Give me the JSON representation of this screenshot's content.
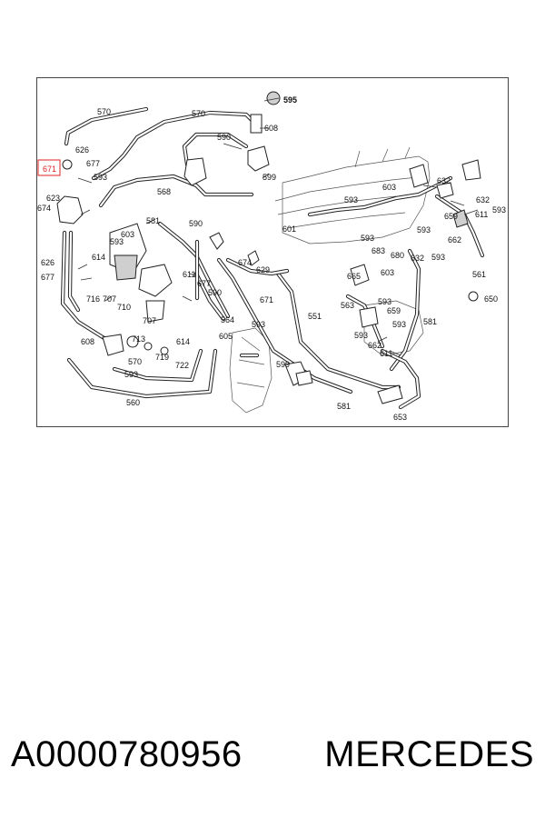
{
  "diagram": {
    "highlighted_part": "671",
    "callouts": [
      "570",
      "570",
      "595",
      "608",
      "626",
      "677",
      "593",
      "590",
      "568",
      "599",
      "623",
      "674",
      "581",
      "590",
      "614",
      "603",
      "593",
      "611",
      "626",
      "677",
      "716",
      "707",
      "710",
      "677",
      "590",
      "674",
      "629",
      "671",
      "564",
      "707",
      "713",
      "614",
      "719",
      "722",
      "608",
      "570",
      "593",
      "560",
      "605",
      "593",
      "551",
      "599",
      "601",
      "593",
      "603",
      "632",
      "632",
      "611",
      "593",
      "593",
      "683",
      "680",
      "632",
      "593",
      "659",
      "662",
      "593",
      "665",
      "603",
      "561",
      "650",
      "563",
      "593",
      "659",
      "593",
      "581",
      "593",
      "662",
      "611",
      "581",
      "653"
    ]
  },
  "caption": {
    "part_number": "A0000780956",
    "brand": "MERCEDES"
  }
}
